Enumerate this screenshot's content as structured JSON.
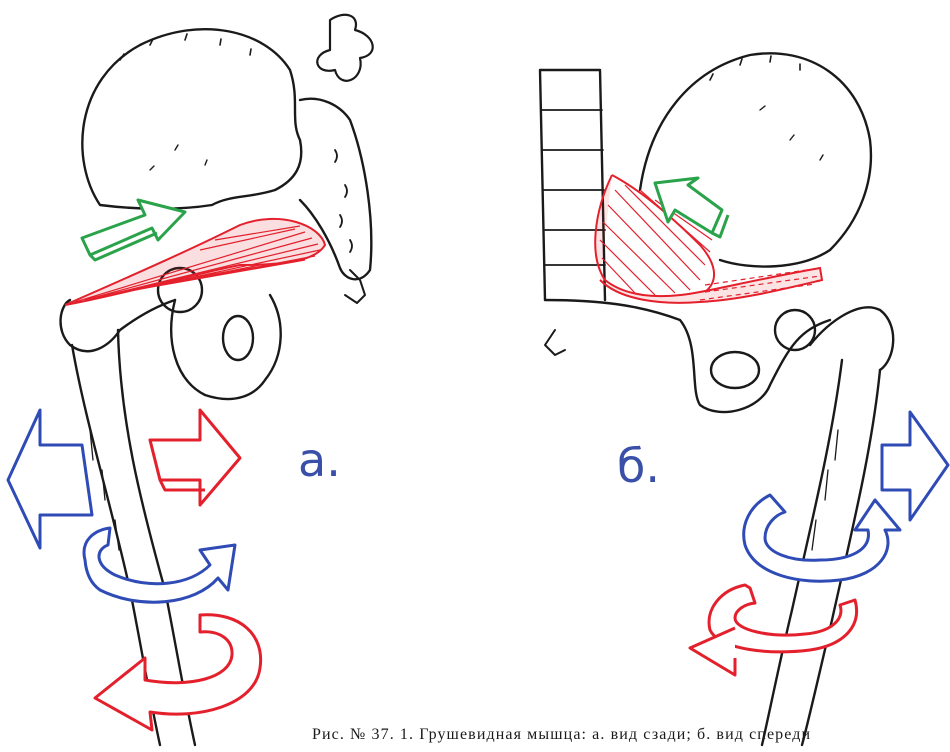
{
  "figure": {
    "labels": {
      "a": "а.",
      "b": "б."
    },
    "caption": "Рис. № 37. 1. Грушевидная мышца: а. вид сзади; б. вид спереди"
  },
  "colors": {
    "bone_line": "#1a1a1a",
    "muscle": "#e3202c",
    "arrow_green": "#2aa34a",
    "arrow_blue": "#2f4bb5",
    "arrow_red": "#e3202c",
    "label_ink": "#3a4fa8"
  }
}
